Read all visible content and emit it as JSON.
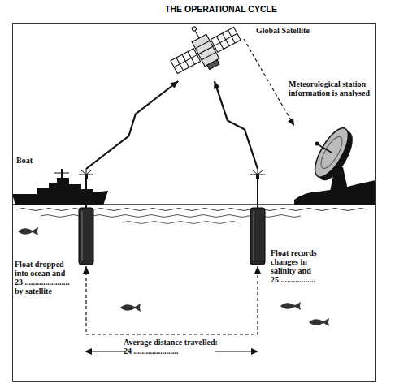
{
  "diagram": {
    "title": "THE OPERATIONAL CYCLE",
    "nodes": [
      {
        "text": [
          "Global Satellite"
        ]
      },
      {
        "text": [
          "Meteorological station information is analysed"
        ]
      },
      {
        "text": [
          "Boat"
        ]
      },
      {
        "text": [
          "Float dropped into ocean and 23 ...................... by satellite"
        ]
      },
      {
        "text": [
          "Float records changes in salinity and 25 ................."
        ]
      }
    ],
    "edges": [
      {
        "from": 3,
        "to": 0,
        "arrow": "to"
      },
      {
        "from": 4,
        "to": 0,
        "arrow": "to"
      },
      {
        "from": 0,
        "to": 1,
        "arrow": "to"
      },
      {
        "from": 3,
        "to": 4,
        "arrow": "both",
        "label": "Average distance travelled: 24 ......................"
      }
    ]
  }
}
